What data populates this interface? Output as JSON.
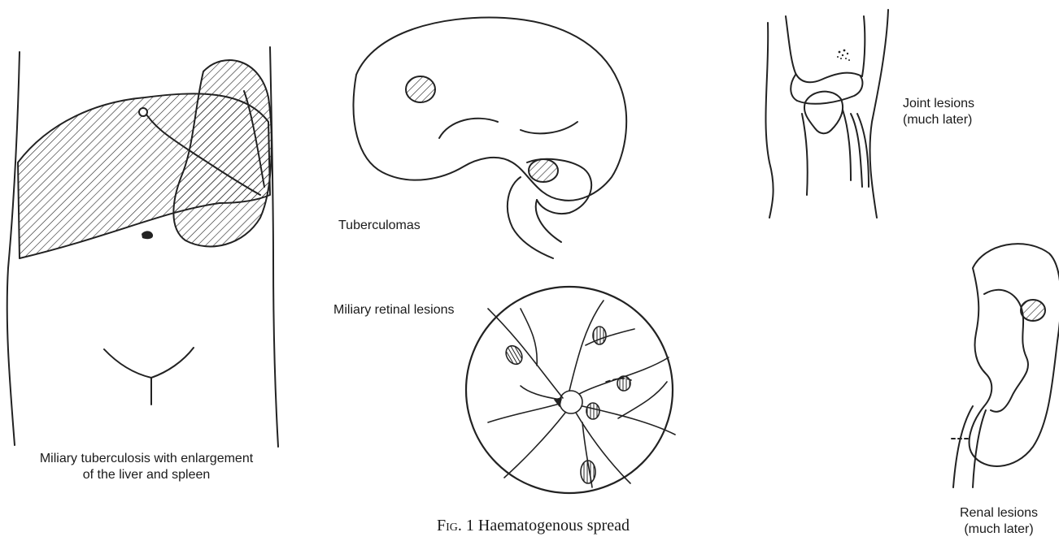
{
  "labels": {
    "abdomen_line1": "Miliary tuberculosis with enlargement",
    "abdomen_line2": "of the liver and spleen",
    "brain": "Tuberculomas",
    "retina": "Miliary retinal lesions",
    "joint_line1": "Joint lesions",
    "joint_line2": "(much later)",
    "renal_line1": "Renal lesions",
    "renal_line2": "(much later)"
  },
  "caption": {
    "prefix": "Fig.",
    "number": "1",
    "text": "Haematogenous spread"
  },
  "icons": {
    "abdomen": "abdomen-liver-spleen-icon",
    "brain": "brain-icon",
    "retina": "retina-fundus-icon",
    "knee": "knee-joint-icon",
    "kidney": "kidney-icon"
  }
}
